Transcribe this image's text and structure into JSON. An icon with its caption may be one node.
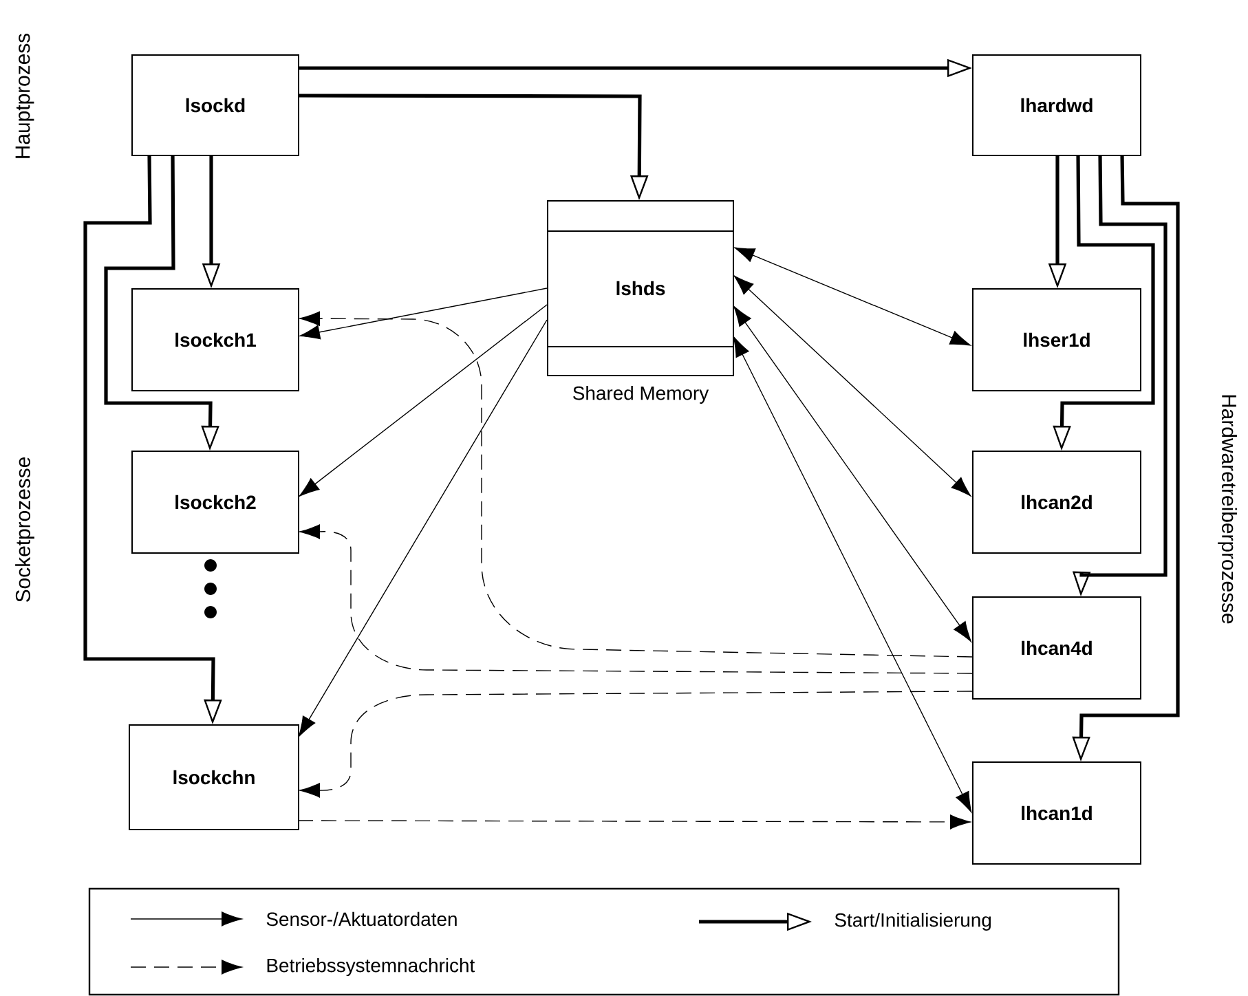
{
  "diagram": {
    "nodes": [
      {
        "text": [
          "lsockd"
        ]
      },
      {
        "text": [
          "lhardwd"
        ]
      },
      {
        "text": [
          "lshds"
        ],
        "beside": [
          "Shared Memory"
        ]
      },
      {
        "text": [
          "lsockch1"
        ]
      },
      {
        "text": [
          "lsockch2"
        ]
      },
      {
        "text": [
          "lsockchn"
        ]
      },
      {
        "text": [
          "lhser1d"
        ]
      },
      {
        "text": [
          "lhcan2d"
        ]
      },
      {
        "text": [
          "lhcan4d"
        ]
      },
      {
        "text": [
          "lhcan1d"
        ]
      }
    ],
    "edges": [
      {
        "from": 0,
        "to": 1,
        "arrow": "to",
        "style": "thick"
      },
      {
        "from": 0,
        "to": 2,
        "arrow": "to",
        "style": "thick"
      },
      {
        "from": 0,
        "to": 3,
        "arrow": "to",
        "style": "thick"
      },
      {
        "from": 0,
        "to": 4,
        "arrow": "to",
        "style": "thick"
      },
      {
        "from": 0,
        "to": 5,
        "arrow": "to",
        "style": "thick"
      },
      {
        "from": 1,
        "to": 6,
        "arrow": "to",
        "style": "thick"
      },
      {
        "from": 1,
        "to": 7,
        "arrow": "to",
        "style": "thick"
      },
      {
        "from": 1,
        "to": 8,
        "arrow": "to",
        "style": "thick"
      },
      {
        "from": 1,
        "to": 9,
        "arrow": "to",
        "style": "thick"
      },
      {
        "from": 2,
        "to": 3,
        "arrow": "to"
      },
      {
        "from": 2,
        "to": 4,
        "arrow": "to"
      },
      {
        "from": 2,
        "to": 5,
        "arrow": "to"
      },
      {
        "from": 2,
        "to": 6,
        "arrow": "both"
      },
      {
        "from": 2,
        "to": 7,
        "arrow": "both"
      },
      {
        "from": 2,
        "to": 8,
        "arrow": "both"
      },
      {
        "from": 2,
        "to": 9,
        "arrow": "both"
      },
      {
        "from": 8,
        "to": 3,
        "arrow": "to",
        "style": "dashed"
      },
      {
        "from": 8,
        "to": 4,
        "arrow": "to",
        "style": "dashed"
      },
      {
        "from": 8,
        "to": 5,
        "arrow": "to",
        "style": "dashed"
      },
      {
        "from": 5,
        "to": 9,
        "arrow": "to",
        "style": "dashed"
      }
    ],
    "labels": [
      "Hauptprozess",
      "Socketprozesse",
      "Hardwaretreiberprozesse"
    ],
    "legend": [
      {
        "text": "Sensor-/Aktuatordaten"
      },
      {
        "text": "Start/Initialisierung"
      },
      {
        "text": "Betriebssystemnachricht"
      }
    ]
  }
}
